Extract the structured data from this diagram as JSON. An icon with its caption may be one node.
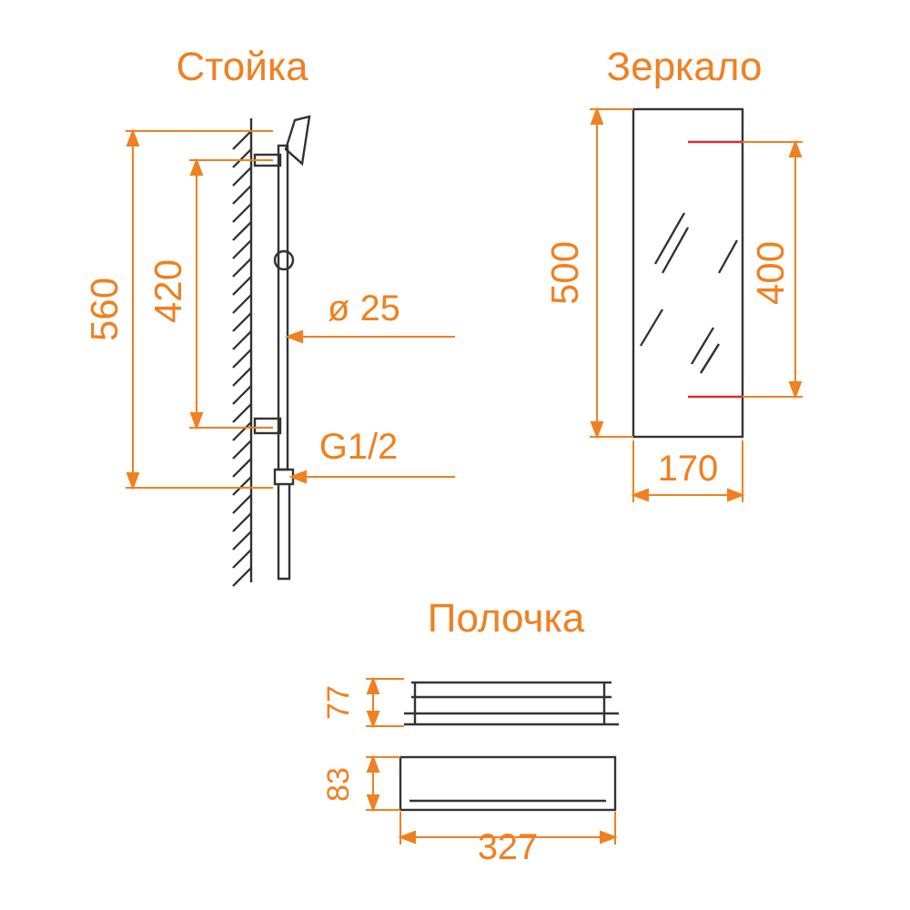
{
  "diagram": {
    "labels": [
      "Стойка",
      "Зеркало",
      "560",
      "420",
      "ø 25",
      "G1/2",
      "500",
      "400",
      "170",
      "Полочка",
      "77",
      "83",
      "327"
    ]
  }
}
